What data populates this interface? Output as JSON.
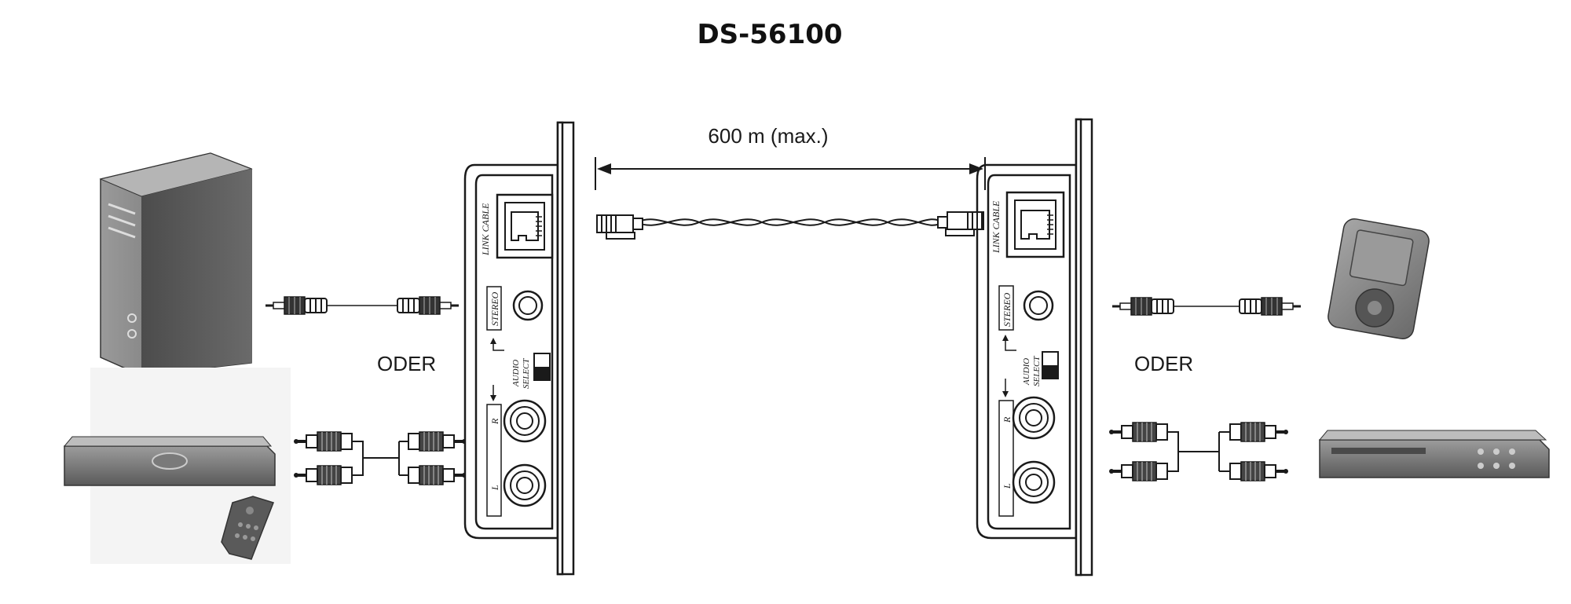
{
  "title": "DS-56100",
  "distance_label": "600 m (max.)",
  "left_unit": {
    "port_label": "LINK CABLE",
    "stereo_label": "STEREO",
    "audio_select_label_1": "AUDIO",
    "audio_select_label_2": "SELECT",
    "right_label": "R",
    "left_label": "L"
  },
  "right_unit": {
    "port_label": "LINK CABLE",
    "stereo_label": "STEREO",
    "audio_select_label_1": "AUDIO",
    "audio_select_label_2": "SELECT",
    "right_label": "R",
    "left_label": "L"
  },
  "left_or_label": "ODER",
  "right_or_label": "ODER",
  "colors": {
    "line": "#1a1a1a",
    "device_dark": "#6e6e6e",
    "device_light": "#b8b8b8"
  },
  "icons": [
    "pc-tower-icon",
    "dvd-player-icon",
    "remote-control-icon",
    "mp3-player-icon",
    "blu-ray-player-icon",
    "rj45-plug-icon",
    "jack-3-5mm-icon",
    "rca-plug-icon"
  ]
}
